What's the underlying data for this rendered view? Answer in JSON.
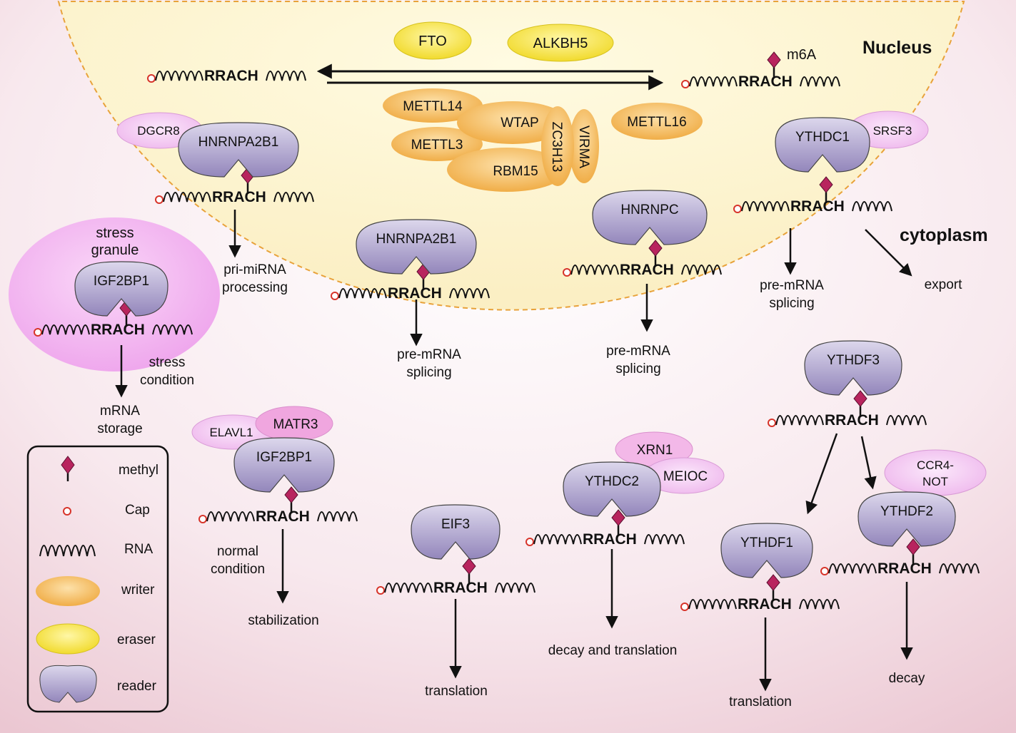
{
  "regions": {
    "nucleus": "Nucleus",
    "cytoplasm": "cytoplasm",
    "modification": "m6A"
  },
  "motif": "RRACH",
  "erasers": [
    "FTO",
    "ALKBH5"
  ],
  "writers": [
    "METTL14",
    "WTAP",
    "METTL3",
    "RBM15",
    "ZC3H13",
    "VIRMA",
    "METTL16"
  ],
  "partners": {
    "dgcr8": "DGCR8",
    "srsf3": "SRSF3",
    "elavl1": "ELAVL1",
    "matr3": "MATR3",
    "xrn1": "XRN1",
    "meioc": "MEIOC",
    "ccr4_not": [
      "CCR4-",
      "NOT"
    ]
  },
  "readers": {
    "hnrnpa2b1_a": "HNRNPA2B1",
    "hnrnpa2b1_b": "HNRNPA2B1",
    "hnrnpc": "HNRNPC",
    "ythdc1": "YTHDC1",
    "igf2bp1_stress": "IGF2BP1",
    "igf2bp1_normal": "IGF2BP1",
    "eif3": "EIF3",
    "ythdc2": "YTHDC2",
    "ythdf3": "YTHDF3",
    "ythdf1": "YTHDF1",
    "ythdf2": "YTHDF2"
  },
  "stress_granule": [
    "stress",
    "granule"
  ],
  "outcomes": {
    "pri_mirna": [
      "pri-miRNA",
      "processing"
    ],
    "splicing_a": [
      "pre-mRNA",
      "splicing"
    ],
    "splicing_b": [
      "pre-mRNA",
      "splicing"
    ],
    "splicing_c": [
      "pre-mRNA",
      "splicing"
    ],
    "export": "export",
    "stress_condition": [
      "stress",
      "condition"
    ],
    "mrna_storage": [
      "mRNA",
      "storage"
    ],
    "normal_condition": [
      "normal",
      "condition"
    ],
    "stabilization": "stabilization",
    "translation_eif3": "translation",
    "decay_translation": "decay and translation",
    "translation_ythdf1": "translation",
    "decay": "decay"
  },
  "legend": {
    "methyl": "methyl",
    "cap": "Cap",
    "rna": "RNA",
    "writer": "writer",
    "eraser": "eraser",
    "reader": "reader"
  },
  "colors": {
    "nucleus_fill": "#fdf7d6",
    "nucleus_border": "#e8a23a",
    "background": "#f6e4ea",
    "writer": "#f3b553",
    "eraser": "#f3e23d",
    "reader": "#a99ec8",
    "partner": "#f1c9ef",
    "methyl": "#b8245e",
    "cap": "#d7342a",
    "stress_granule": "#f0b6ee"
  }
}
